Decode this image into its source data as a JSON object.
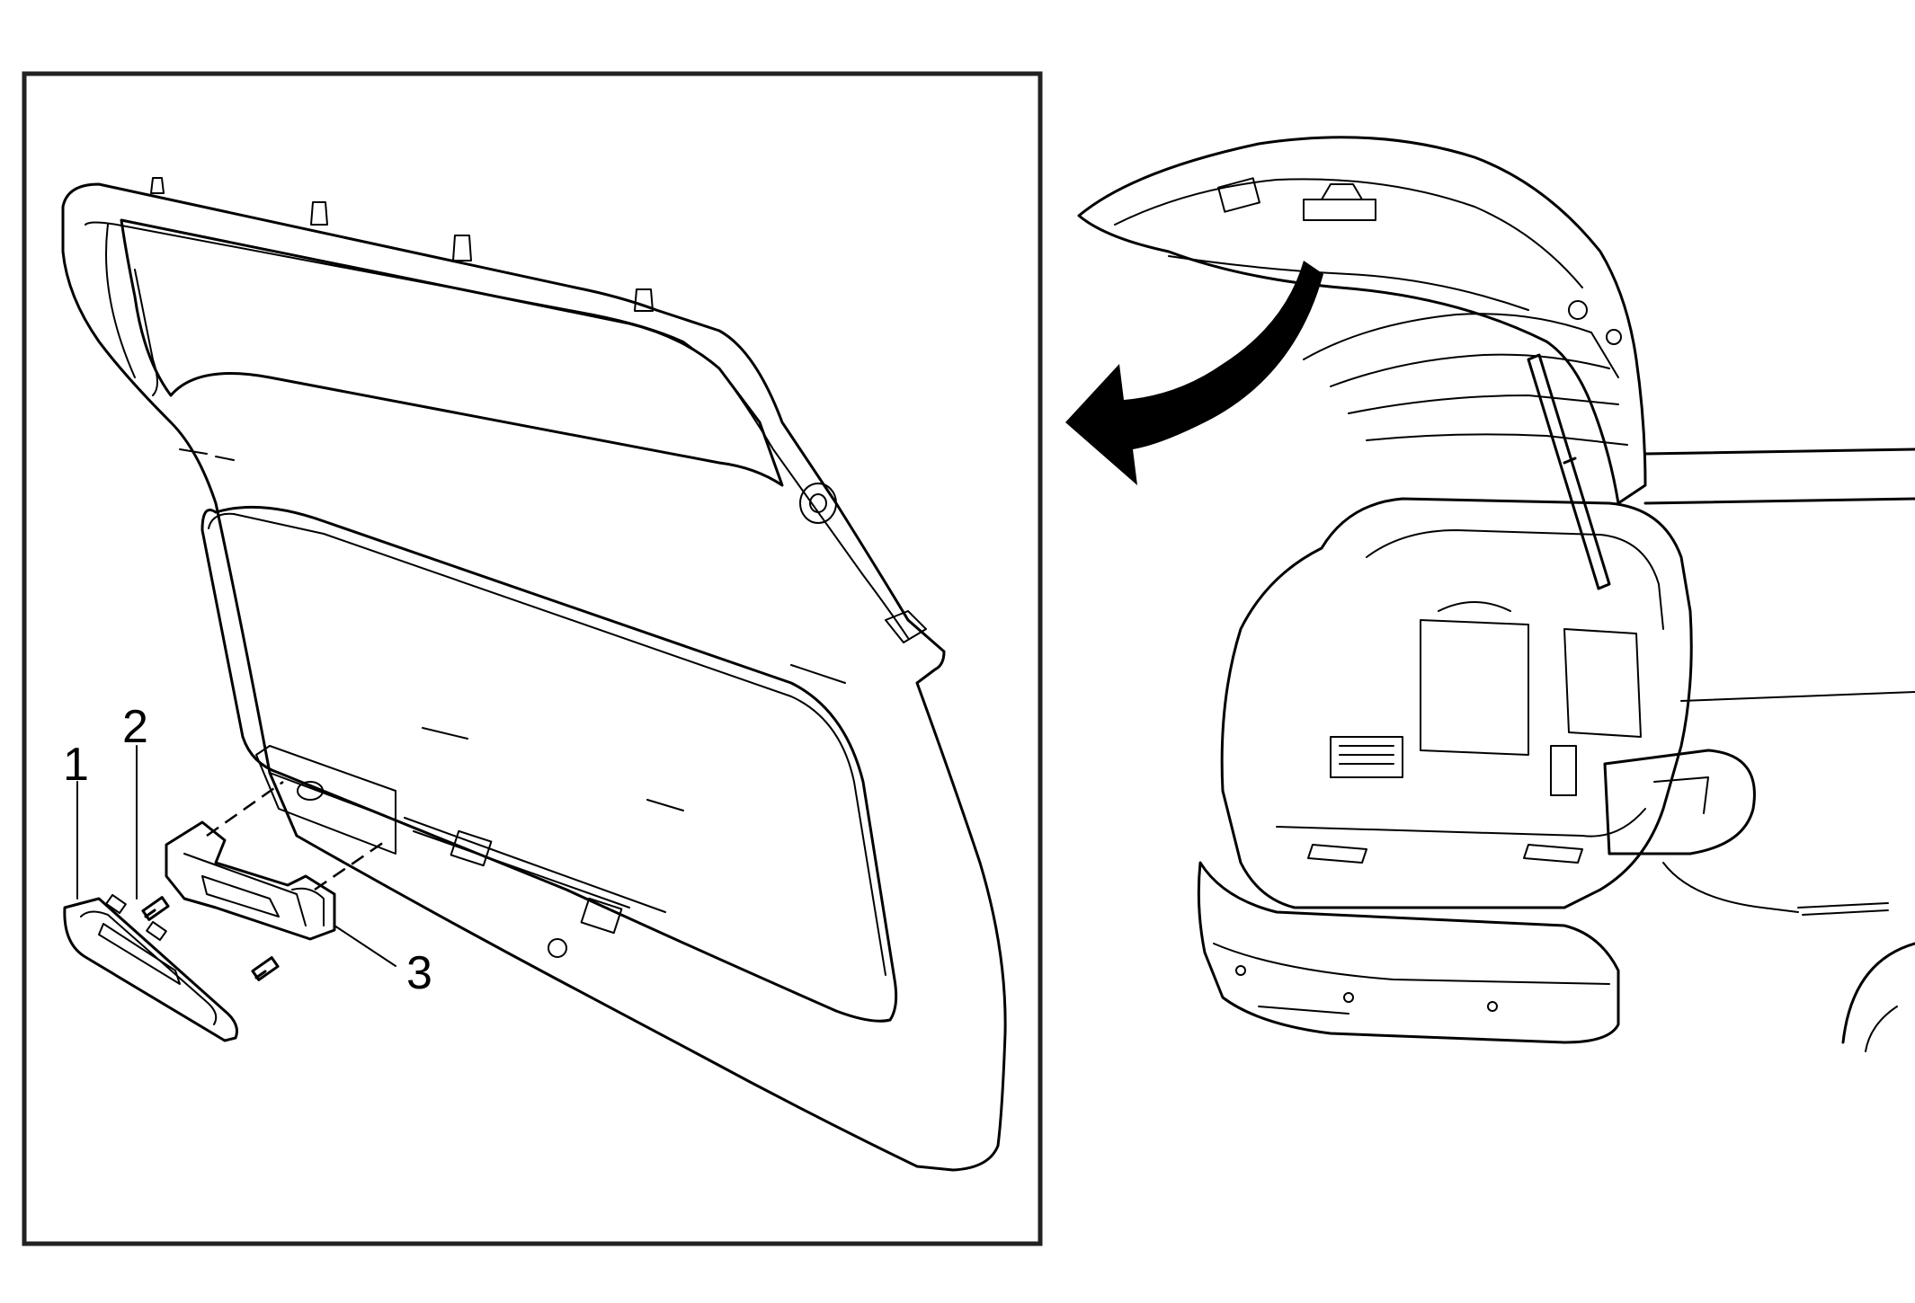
{
  "diagram": {
    "callouts": [
      {
        "id": "callout-1",
        "label": "1"
      },
      {
        "id": "callout-2",
        "label": "2"
      },
      {
        "id": "callout-3",
        "label": "3"
      }
    ],
    "arrow_icon": "curved-arrow-icon",
    "stroke_color": "#000000",
    "background_color": "#ffffff"
  }
}
